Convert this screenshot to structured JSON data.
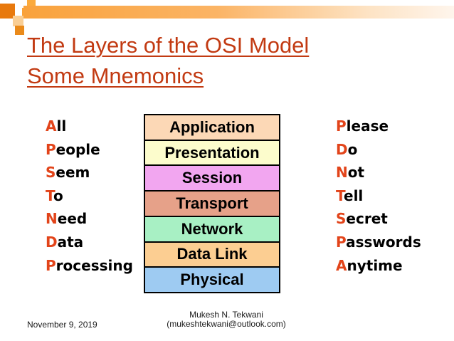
{
  "slide": {
    "title": {
      "line1": "The Layers of the OSI Model",
      "line2": "Some Mnemonics"
    },
    "footer": {
      "date": "November 9, 2019",
      "author_line1": "Mukesh N. Tekwani",
      "author_line2": "(mukeshtekwani@outlook.com)"
    }
  },
  "left_mnemonic": {
    "items": [
      {
        "initial": "A",
        "rest": "ll"
      },
      {
        "initial": "P",
        "rest": "eople"
      },
      {
        "initial": "S",
        "rest": "eem"
      },
      {
        "initial": "T",
        "rest": "o"
      },
      {
        "initial": "N",
        "rest": "eed"
      },
      {
        "initial": "D",
        "rest": "ata"
      },
      {
        "initial": "P",
        "rest": "rocessing"
      }
    ]
  },
  "right_mnemonic": {
    "items": [
      {
        "initial": "P",
        "rest": "lease"
      },
      {
        "initial": "D",
        "rest": "o"
      },
      {
        "initial": "N",
        "rest": "ot"
      },
      {
        "initial": "T",
        "rest": "ell"
      },
      {
        "initial": "S",
        "rest": "ecret"
      },
      {
        "initial": "P",
        "rest": "asswords"
      },
      {
        "initial": "A",
        "rest": "nytime"
      }
    ]
  },
  "osi_stack": {
    "layers": [
      {
        "label": "Application",
        "color": "#FCD8B6"
      },
      {
        "label": "Presentation",
        "color": "#FCFCCC"
      },
      {
        "label": "Session",
        "color": "#F2A6F0"
      },
      {
        "label": "Transport",
        "color": "#E6A189"
      },
      {
        "label": "Network",
        "color": "#A8F0C4"
      },
      {
        "label": "Data Link",
        "color": "#FCCE92"
      },
      {
        "label": "Physical",
        "color": "#9ECBF2"
      }
    ]
  },
  "colors": {
    "title_text": "#C23A12",
    "mnemonic_initial": "#E2441A",
    "deco_bar_start": "#F9A23C",
    "deco_bar_end": "#FEF5EC",
    "deco_square_dark": "#E8790D"
  }
}
